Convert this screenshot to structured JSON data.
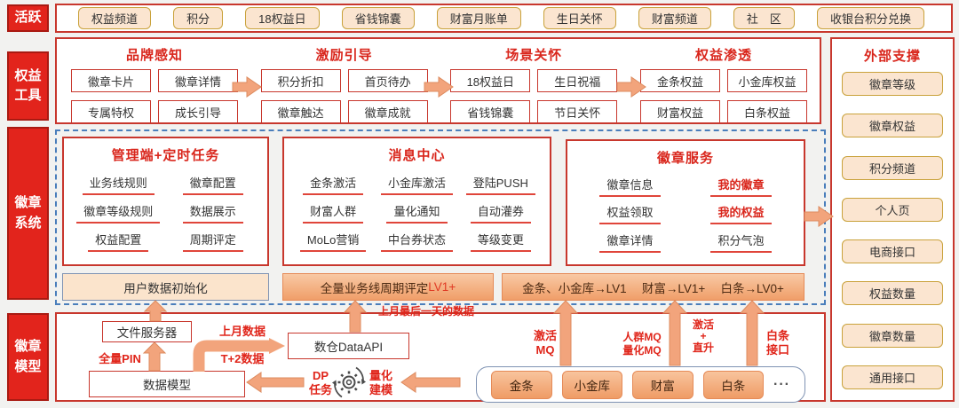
{
  "colors": {
    "red_label_fill": "#e2241c",
    "red_border": "#c8372d",
    "title_red": "#d9261c",
    "peach_fill": "#fbe5d0",
    "gold_border": "#c9a23b",
    "salmon_arrow": "#f2a47c",
    "dashed_blue": "#4a7ebb",
    "slate_border": "#7f93b3",
    "orange_fill": "#f09e69"
  },
  "active_row": {
    "label": "活跃",
    "items": [
      "权益频道",
      "积分",
      "18权益日",
      "省钱锦囊",
      "财富月账单",
      "生日关怀",
      "财富频道",
      "社　区",
      "收银台积分兑换"
    ]
  },
  "tools": {
    "label": "权益\n工具",
    "groups": [
      {
        "title": "品牌感知",
        "items": [
          "徽章卡片",
          "徽章详情",
          "专属特权",
          "成长引导"
        ]
      },
      {
        "title": "激励引导",
        "items": [
          "积分折扣",
          "首页待办",
          "徽章触达",
          "徽章成就"
        ]
      },
      {
        "title": "场景关怀",
        "items": [
          "18权益日",
          "生日祝福",
          "省钱锦囊",
          "节日关怀"
        ]
      },
      {
        "title": "权益渗透",
        "items": [
          "金条权益",
          "小金库权益",
          "财富权益",
          "白条权益"
        ]
      }
    ]
  },
  "external": {
    "title": "外部支撑",
    "items": [
      "徽章等级",
      "徽章权益",
      "积分频道",
      "个人页",
      "电商接口",
      "权益数量",
      "徽章数量",
      "通用接口"
    ]
  },
  "badge_system": {
    "label": "徽章\n系统",
    "admin": {
      "title": "管理端+定时任务",
      "items": [
        "业务线规则",
        "徽章配置",
        "徽章等级规则",
        "数据展示",
        "权益配置",
        "周期评定"
      ]
    },
    "message_center": {
      "title": "消息中心",
      "items": [
        "金条激活",
        "小金库激活",
        "登陆PUSH",
        "财富人群",
        "量化通知",
        "自动灌券",
        "MoLo营销",
        "中台券状态",
        "等级变更"
      ]
    },
    "badge_service": {
      "title": "徽章服务",
      "items": [
        "徽章信息",
        "我的徽章",
        "权益领取",
        "我的权益",
        "徽章详情",
        "积分气泡"
      ]
    },
    "user_init": "用户数据初始化",
    "full_eval_prefix": "全量业务线周期评定",
    "full_eval_suffix": "LV1+",
    "level_map": "金条、小金库→LV1　 财富→LV1+　 白条→LV0+"
  },
  "badge_model": {
    "label": "徽章\n模型",
    "file_server": "文件服务器",
    "data_model": "数据模型",
    "data_api": "数仓DataAPI",
    "flow_labels": {
      "full_pin": "全量PIN",
      "last_month_data": "上月数据",
      "t_plus_2": "T+2数据",
      "last_day_of_month": "上月最后一天的数据",
      "dp_task": "DP\n任务",
      "quant_modeling": "量化\n建模",
      "activate_mq": "激活\nMQ",
      "crowd_quant_mq": "人群MQ\n量化MQ",
      "activate_upgrade": "激活\n+\n直升",
      "baitiao_interface": "白条\n接口"
    },
    "products": [
      "金条",
      "小金库",
      "财富",
      "白条"
    ],
    "more": "···"
  }
}
